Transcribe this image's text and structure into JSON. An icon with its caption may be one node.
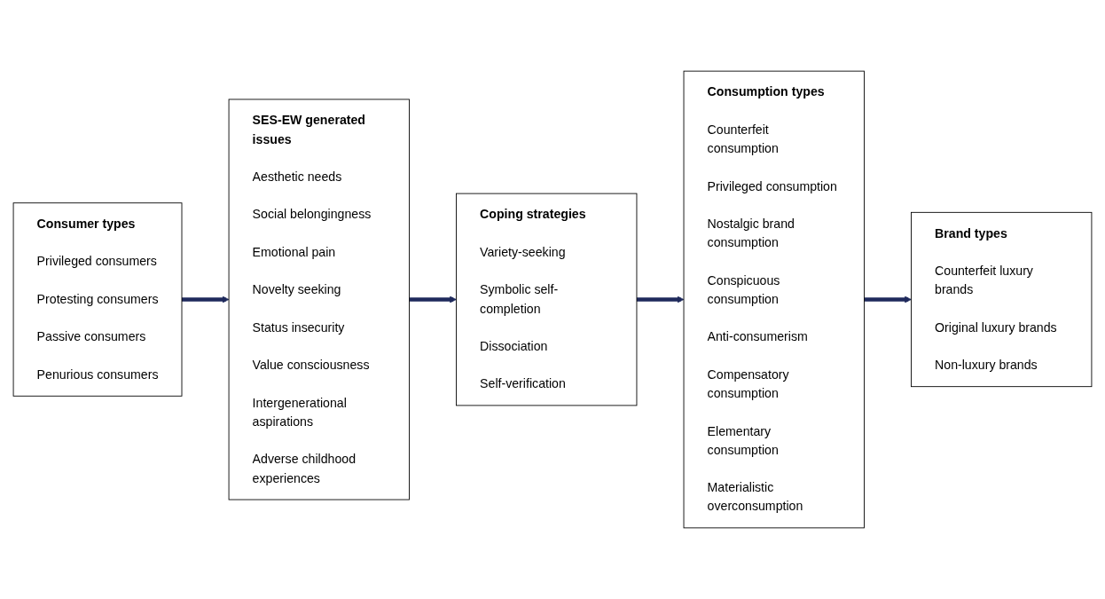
{
  "diagram": {
    "nodes": [
      {
        "text": [
          "Consumer types",
          "Privileged consumers",
          "Protesting consumers",
          "Passive consumers",
          "Penurious consumers"
        ]
      },
      {
        "text": [
          "SES-EW generated issues",
          "Aesthetic needs",
          "Social belongingness",
          "Emotional pain",
          "Novelty seeking",
          "Status insecurity",
          "Value consciousness",
          "Intergenerational aspirations",
          "Adverse childhood experiences"
        ]
      },
      {
        "text": [
          "Coping strategies",
          "Variety-seeking",
          "Symbolic self-completion",
          "Dissociation",
          "Self-verification"
        ]
      },
      {
        "text": [
          "Consumption types",
          "Counterfeit consumption",
          "Privileged consumption",
          "Nostalgic brand consumption",
          "Conspicuous consumption",
          "Anti-consumerism",
          "Compensatory consumption",
          "Elementary consumption",
          "Materialistic overconsumption"
        ]
      },
      {
        "text": [
          "Brand types",
          "Counterfeit luxury brands",
          "Original luxury brands",
          "Non-luxury brands"
        ]
      }
    ],
    "edges": [
      {
        "from": 0,
        "to": 1,
        "arrow": "to"
      },
      {
        "from": 1,
        "to": 2,
        "arrow": "to"
      },
      {
        "from": 2,
        "to": 3,
        "arrow": "to"
      },
      {
        "from": 3,
        "to": 4,
        "arrow": "to"
      }
    ]
  }
}
